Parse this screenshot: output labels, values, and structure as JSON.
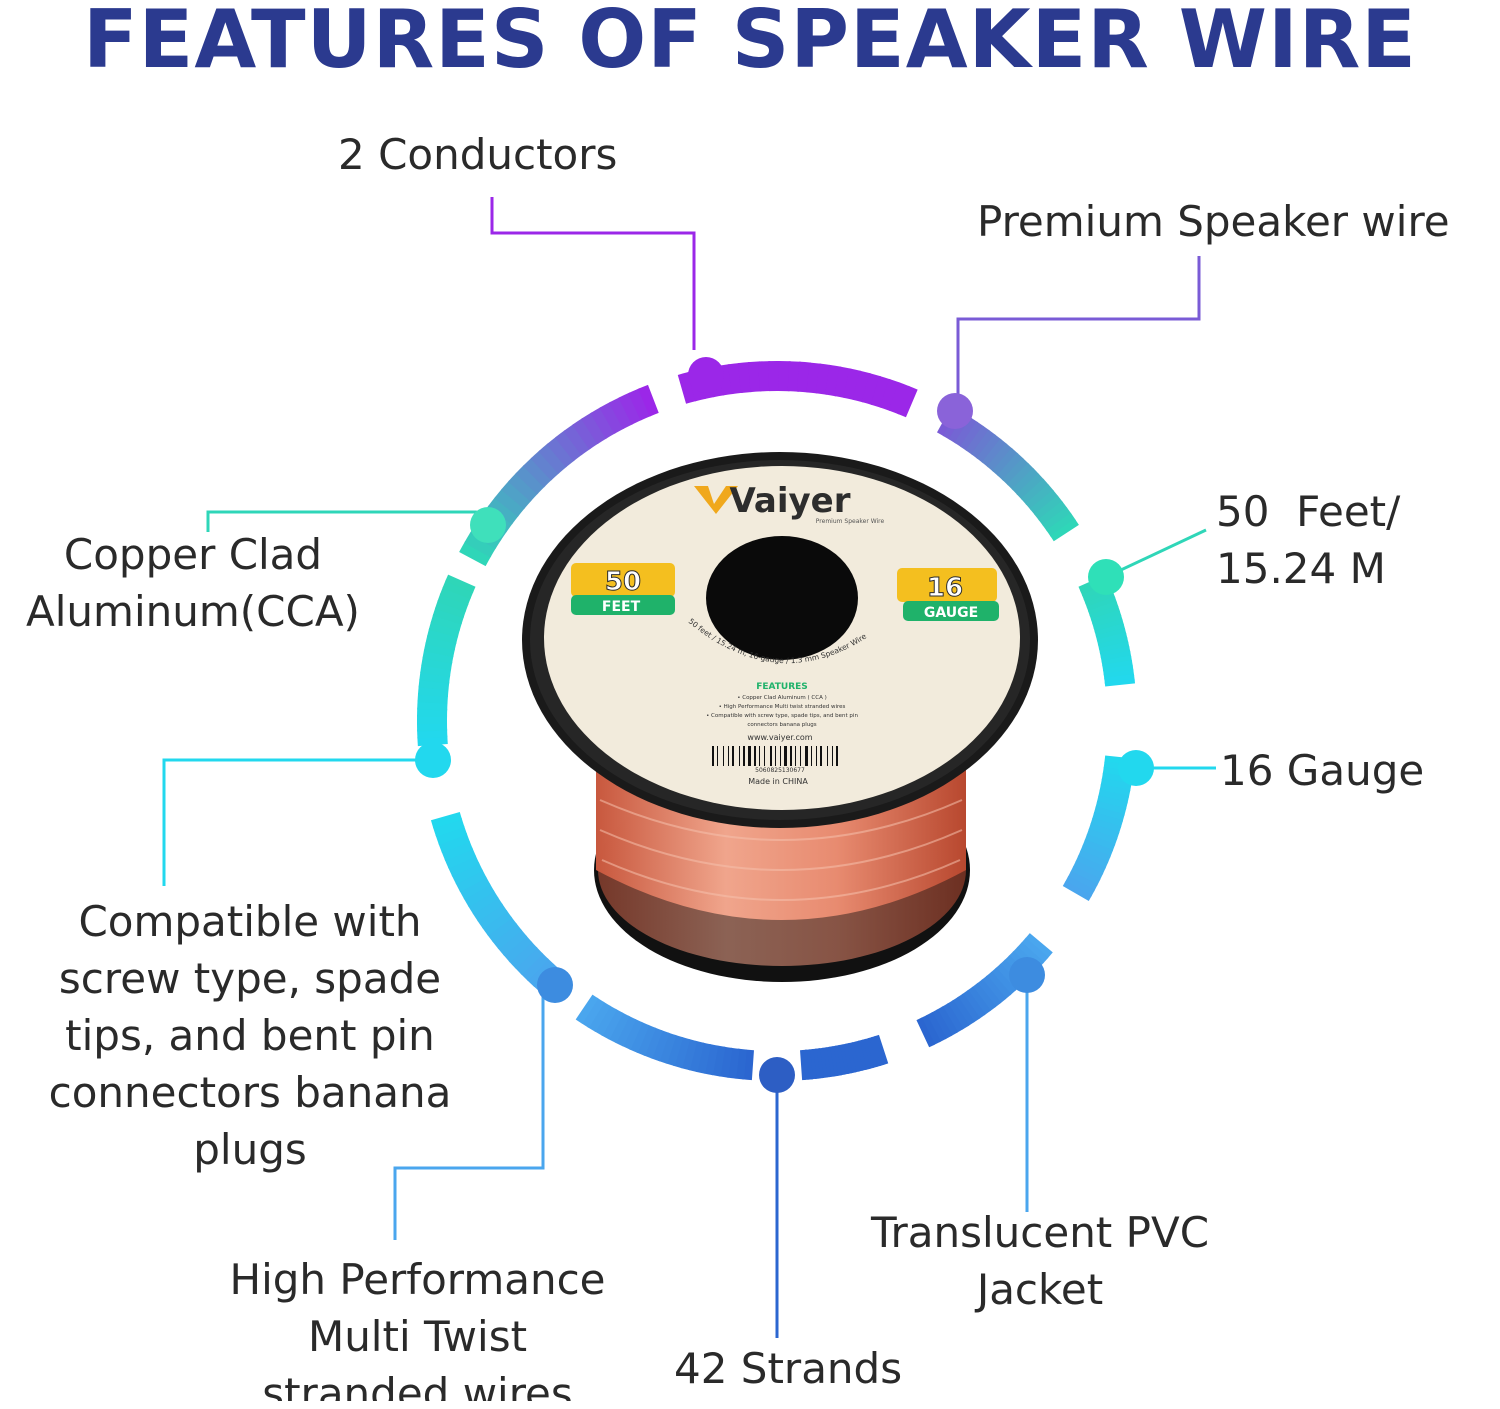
{
  "title": "FEATURES OF SPEAKER WIRE",
  "colors": {
    "title": "#2b3a8f",
    "purple": "#9b27e8",
    "violet": "#7a5bd6",
    "teal": "#2fd6b8",
    "cyan": "#22d8ee",
    "light_blue": "#4aa6ee",
    "blue": "#2b66d0",
    "text": "#2a2a2a"
  },
  "features": {
    "conductors": "2 Conductors",
    "premium": "Premium Speaker wire",
    "length": "50  Feet/\n15.24 M",
    "cca": "Copper Clad\nAluminum(CCA)",
    "gauge": "16 Gauge",
    "compatible": "Compatible with\nscrew type, spade\ntips, and bent pin\nconnectors banana\nplugs",
    "jacket": "Translucent PVC\nJacket",
    "performance": "High Performance\nMulti Twist\nstranded wires",
    "strands": "42 Strands"
  },
  "product": {
    "brand": "Vaiyer",
    "tagline": "Premium Speaker Wire",
    "length_value": "50",
    "length_unit": "FEET",
    "gauge_value": "16",
    "gauge_unit": "GAUGE",
    "spec_line": "50 feet / 15.24 m, 16-gauge / 1.3 mm Speaker Wire",
    "features_heading": "FEATURES",
    "feature_lines": [
      "• Copper Clad Aluminum ( CCA )",
      "• High Performance Multi twist stranded wires",
      "• Compatible with screw type, spade tips, and bent pin",
      "connectors banana plugs"
    ],
    "website": "www.vaiyer.com",
    "barcode_number": "5060825130677",
    "origin": "Made in CHINA"
  }
}
